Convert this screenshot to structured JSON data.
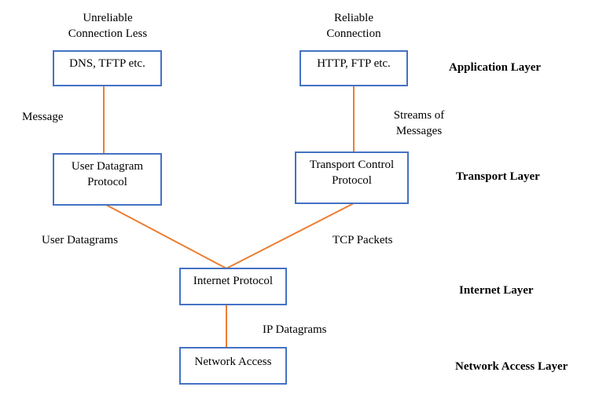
{
  "headers": {
    "left_line1": "Unreliable",
    "left_line2": "Connection Less",
    "right_line1": "Reliable",
    "right_line2": "Connection"
  },
  "boxes": {
    "dns": "DNS, TFTP etc.",
    "http": "HTTP, FTP etc.",
    "udp_line1": "User Datagram",
    "udp_line2": "Protocol",
    "tcp_line1": "Transport Control",
    "tcp_line2": "Protocol",
    "ip": "Internet Protocol",
    "network": "Network Access"
  },
  "edge_labels": {
    "message": "Message",
    "streams_line1": "Streams of",
    "streams_line2": "Messages",
    "user_datagrams": "User Datagrams",
    "tcp_packets": "TCP Packets",
    "ip_datagrams": "IP Datagrams"
  },
  "layers": {
    "application": "Application Layer",
    "transport": "Transport Layer",
    "internet": "Internet Layer",
    "network_access": "Network Access Layer"
  },
  "colors": {
    "box_border": "#4472c4",
    "connector": "#ed7d31"
  }
}
